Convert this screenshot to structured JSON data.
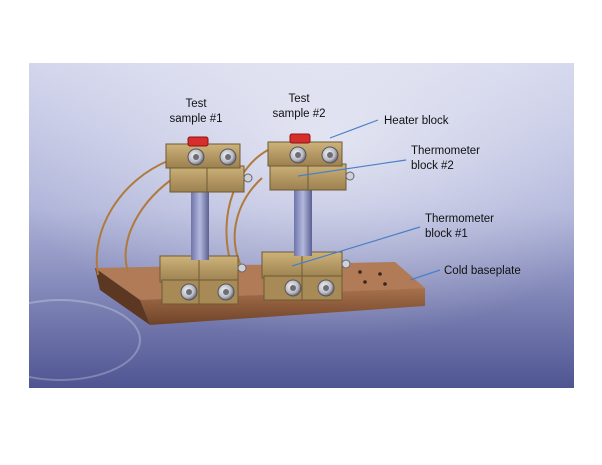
{
  "labels": {
    "sample1_line1": "Test",
    "sample1_line2": "sample #1",
    "sample2_line1": "Test",
    "sample2_line2": "sample #2",
    "heater": "Heater block",
    "thermo2_line1": "Thermometer",
    "thermo2_line2": "block #2",
    "thermo1_line1": "Thermometer",
    "thermo1_line2": "block #1",
    "cold": "Cold baseplate"
  },
  "colors": {
    "background_top": "#c9cde6",
    "background_bottom": "#5a5f9c",
    "brass": "#b59a63",
    "brass_dark": "#7a6336",
    "copper_plate": "#8a5a3c",
    "heater_red": "#d62d2d",
    "leader_line": "#4a7fc8",
    "wire": "#b07a3c"
  }
}
